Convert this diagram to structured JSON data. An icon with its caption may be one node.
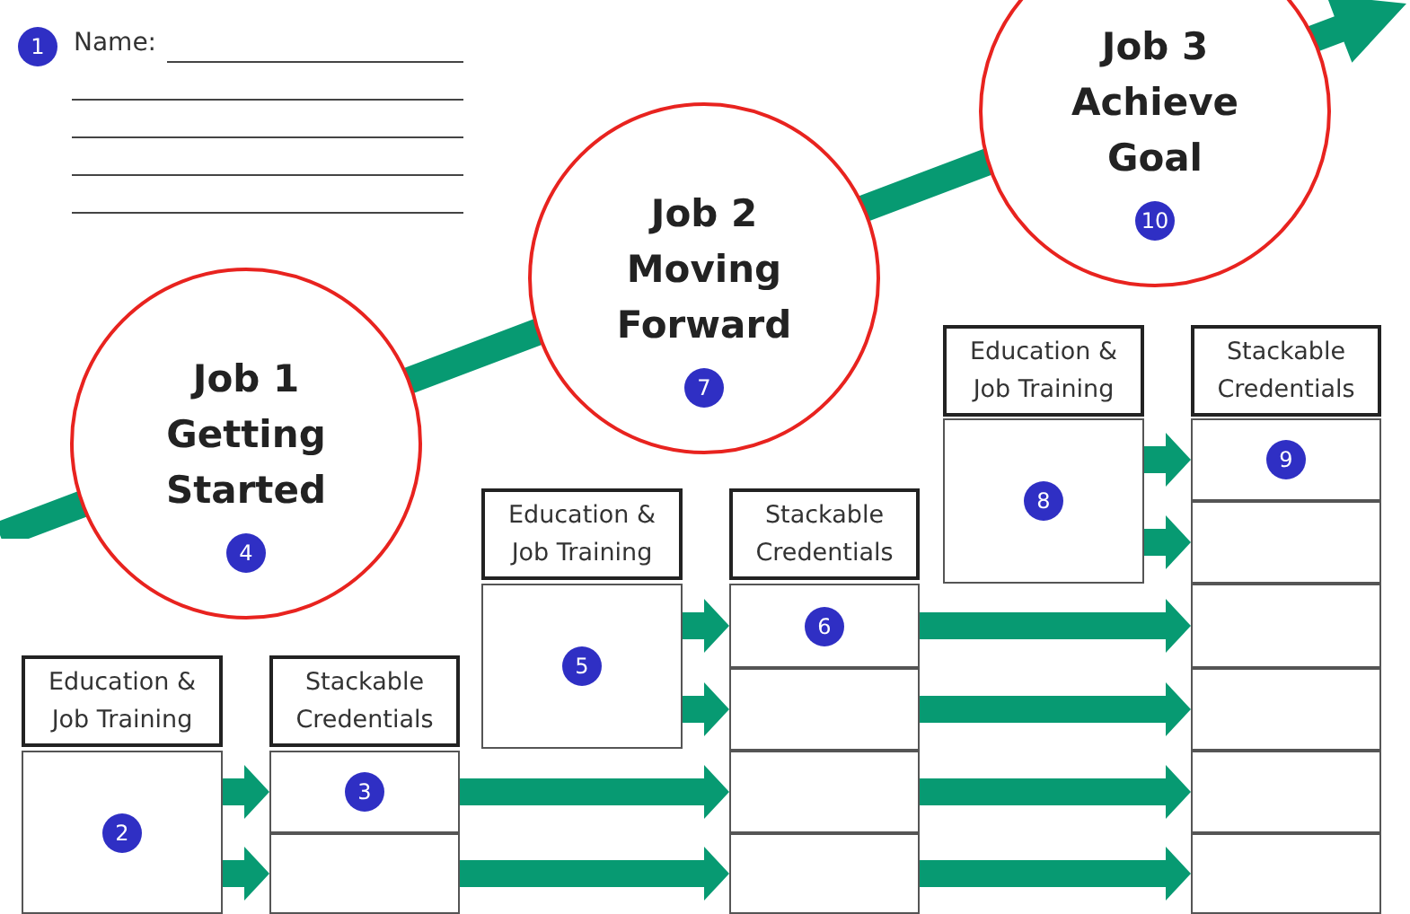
{
  "diagram": {
    "nodes": [
      {
        "text": [
          "Job 1 Getting Started",
          "4"
        ]
      },
      {
        "text": [
          "Job 2 Moving Forward",
          "7"
        ]
      },
      {
        "text": [
          "Job 3 Achieve Goal",
          "10"
        ]
      },
      {
        "text": [
          "Education & Job Training"
        ]
      },
      {
        "text": [
          "2"
        ]
      },
      {
        "text": [
          "Stackable Credentials"
        ]
      },
      {
        "text": [
          "3"
        ]
      },
      {
        "text": [],
        "shape": "box"
      },
      {
        "text": [
          "Education & Job Training"
        ]
      },
      {
        "text": [
          "5"
        ]
      },
      {
        "text": [
          "Stackable Credentials"
        ]
      },
      {
        "text": [
          "6"
        ]
      },
      {
        "text": [],
        "shape": "box"
      },
      {
        "text": [],
        "shape": "box"
      },
      {
        "text": [],
        "shape": "box"
      },
      {
        "text": [
          "Education & Job Training"
        ]
      },
      {
        "text": [
          "8"
        ]
      },
      {
        "text": [
          "Stackable Credentials"
        ]
      },
      {
        "text": [
          "9"
        ]
      },
      {
        "text": [],
        "shape": "box"
      },
      {
        "text": [],
        "shape": "box"
      },
      {
        "text": [],
        "shape": "box"
      },
      {
        "text": [],
        "shape": "box"
      },
      {
        "text": [],
        "shape": "box"
      }
    ],
    "edges": [
      {
        "from": 4,
        "to": 6,
        "arrow": "to"
      },
      {
        "from": 4,
        "to": 7,
        "arrow": "to"
      },
      {
        "from": 6,
        "to": 13,
        "arrow": "to"
      },
      {
        "from": 7,
        "to": 14,
        "arrow": "to"
      },
      {
        "from": 9,
        "to": 11,
        "arrow": "to"
      },
      {
        "from": 9,
        "to": 12,
        "arrow": "to"
      },
      {
        "from": 11,
        "to": 20,
        "arrow": "to"
      },
      {
        "from": 12,
        "to": 21,
        "arrow": "to"
      },
      {
        "from": 13,
        "to": 22,
        "arrow": "to"
      },
      {
        "from": 14,
        "to": 23,
        "arrow": "to"
      },
      {
        "from": 16,
        "to": 18,
        "arrow": "to"
      },
      {
        "from": 16,
        "to": 19,
        "arrow": "to"
      }
    ],
    "labels": [
      "1",
      "Name:"
    ]
  }
}
